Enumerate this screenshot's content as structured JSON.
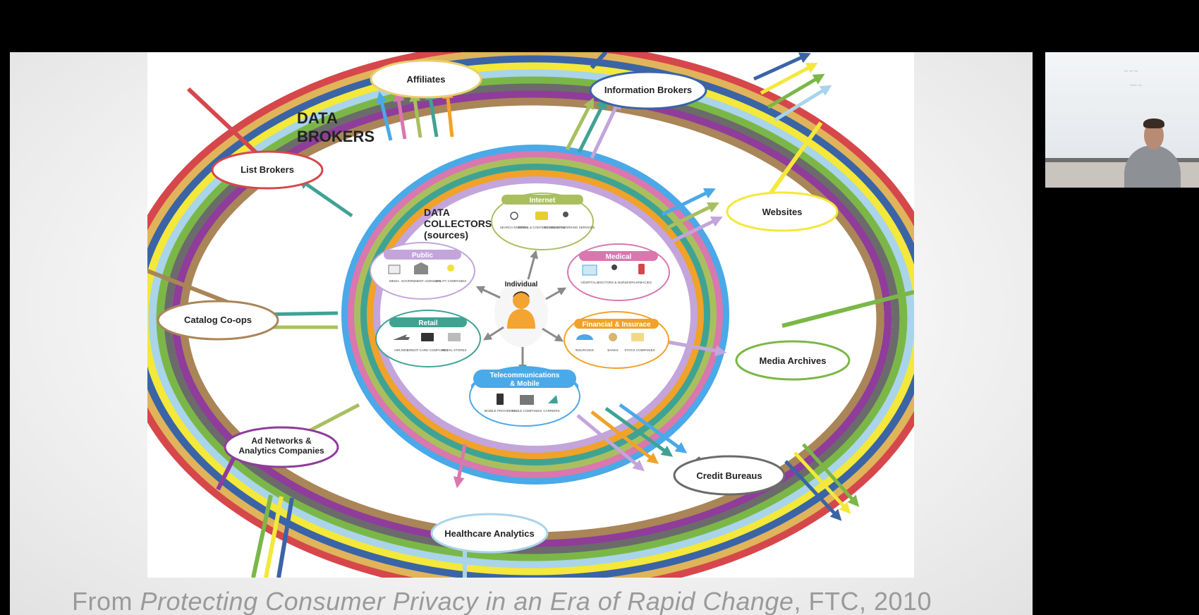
{
  "diagram": {
    "title_line1": "DATA",
    "title_line2": "BROKERS",
    "collectors_line1": "DATA",
    "collectors_line2": "COLLECTORS",
    "collectors_line3": "(sources)",
    "center_label": "Individual",
    "brokers": {
      "affiliates": "Affiliates",
      "information_brokers": "Information Brokers",
      "list_brokers": "List Brokers",
      "websites": "Websites",
      "catalog_coops": "Catalog Co-ops",
      "media_archives": "Media Archives",
      "ad_networks_line1": "Ad Networks &",
      "ad_networks_line2": "Analytics Companies",
      "credit_bureaus": "Credit Bureaus",
      "healthcare_analytics": "Healthcare Analytics"
    },
    "sources": {
      "internet": {
        "title": "Internet",
        "items": [
          "SEARCH ENGINES",
          "RETAIL & CONTENT WEBSITES",
          "SOCIAL NETWORKING SERVICES"
        ]
      },
      "public": {
        "title": "Public",
        "items": [
          "MEDIA",
          "GOVERNMENT AGENCIES",
          "UTILITY COMPANIES"
        ]
      },
      "medical": {
        "title": "Medical",
        "items": [
          "HOSPITALS",
          "DOCTORS & NURSES",
          "PHARMACIES"
        ]
      },
      "retail": {
        "title": "Retail",
        "items": [
          "AIRLINES",
          "CREDIT CARD COMPANIES",
          "RETAIL STORES"
        ]
      },
      "financial": {
        "title": "Financial & Insurace",
        "items": [
          "INSURANCE",
          "BANKS",
          "STOCK COMPANIES"
        ]
      },
      "telecom": {
        "title_line1": "Telecommunications",
        "title_line2": "& Mobile",
        "items": [
          "MOBILE PROVIDERS",
          "CABLE COMPANIES",
          "CARRIERS"
        ]
      }
    },
    "colors": {
      "blue": "#4aa9e8",
      "pink": "#d977ae",
      "olive": "#a9bf5f",
      "teal": "#3fa394",
      "orange": "#f0a229",
      "lilac": "#c3a5dc",
      "tan": "#a98558",
      "red": "#d6474b",
      "navy": "#3a64a6",
      "yellow": "#f4e83a",
      "green": "#7bb747",
      "lightblue": "#a9d4ea",
      "purple": "#8f3c9b",
      "gray": "#6b6b6b",
      "icon": "#555555"
    }
  },
  "caption": {
    "prefix": "From ",
    "title": "Protecting Consumer Privacy in an Era of Rapid Change",
    "suffix": ", FTC, 2010"
  }
}
